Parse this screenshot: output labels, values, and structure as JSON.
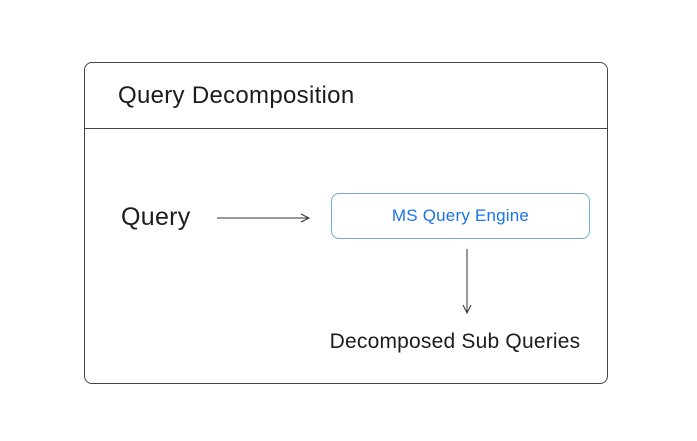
{
  "diagram": {
    "title": "Query Decomposition",
    "nodes": {
      "query_label": "Query",
      "engine_label": "MS Query Engine",
      "output_label": "Decomposed Sub Queries"
    },
    "colors": {
      "outline": "#444444",
      "text": "#1c1c1c",
      "arrow": "#333333",
      "engine_border": "#74a7dc",
      "engine_text": "#1a73e8",
      "background": "#ffffff"
    }
  }
}
